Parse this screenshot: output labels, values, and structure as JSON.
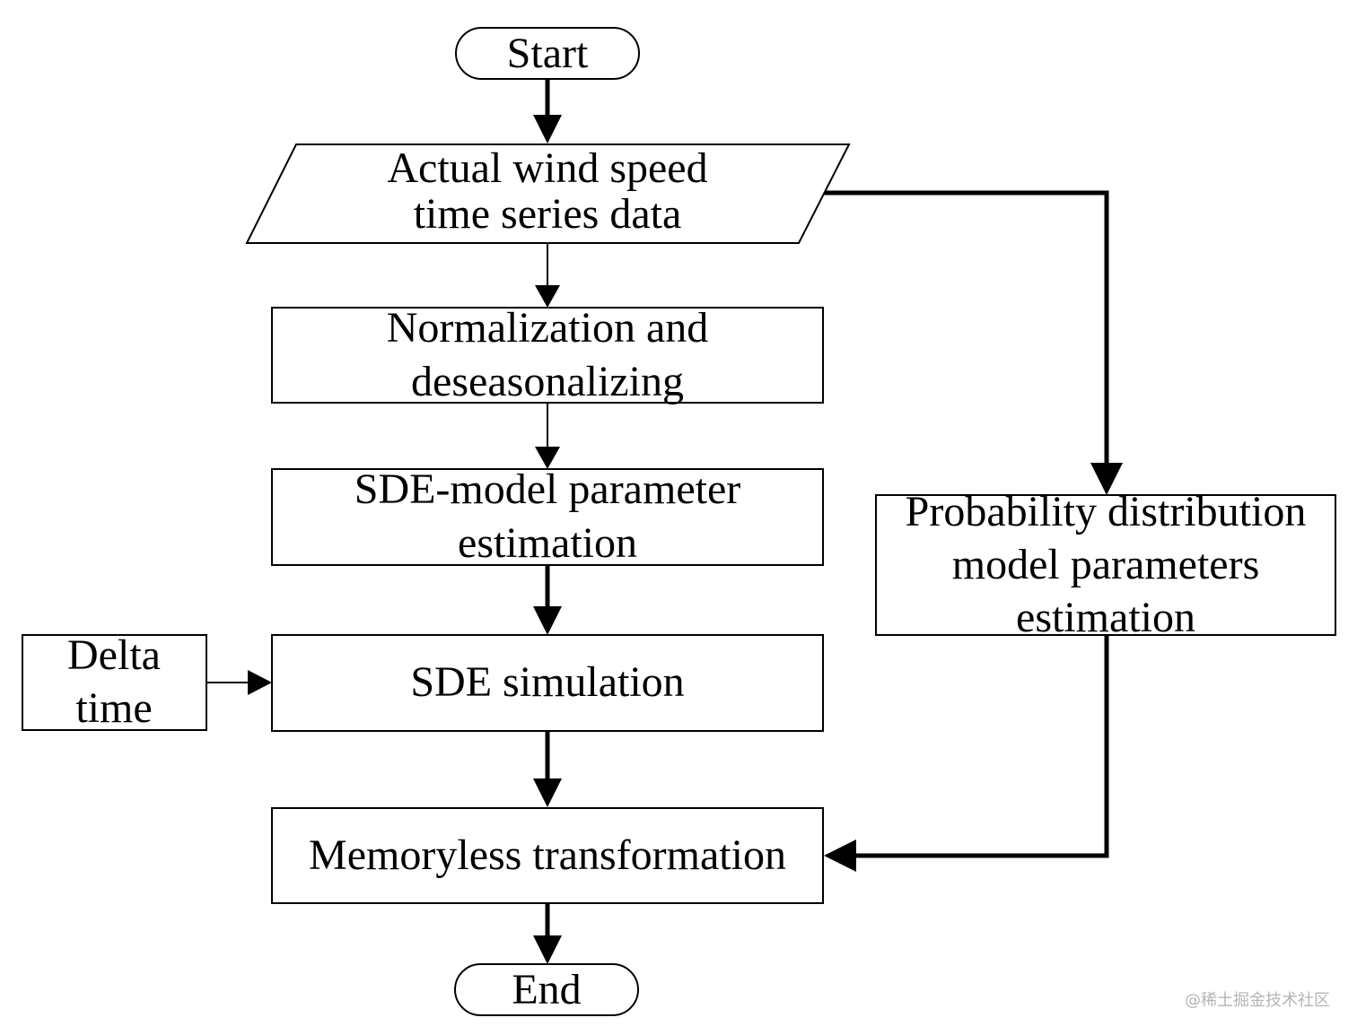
{
  "nodes": {
    "start": {
      "label": "Start"
    },
    "input_data": {
      "line1": "Actual wind speed",
      "line2": "time series data"
    },
    "normalization": {
      "line1": "Normalization and",
      "line2": "deseasonalizing"
    },
    "sde_param": {
      "line1": "SDE-model parameter",
      "line2": "estimation"
    },
    "delta_time": {
      "line1": "Delta",
      "line2": "time"
    },
    "sde_sim": {
      "label": "SDE simulation"
    },
    "prob_dist": {
      "line1": "Probability distribution",
      "line2": "model parameters",
      "line3": "estimation"
    },
    "memoryless": {
      "label": "Memoryless transformation"
    },
    "end": {
      "label": "End"
    }
  },
  "watermark": "@稀土掘金技术社区"
}
